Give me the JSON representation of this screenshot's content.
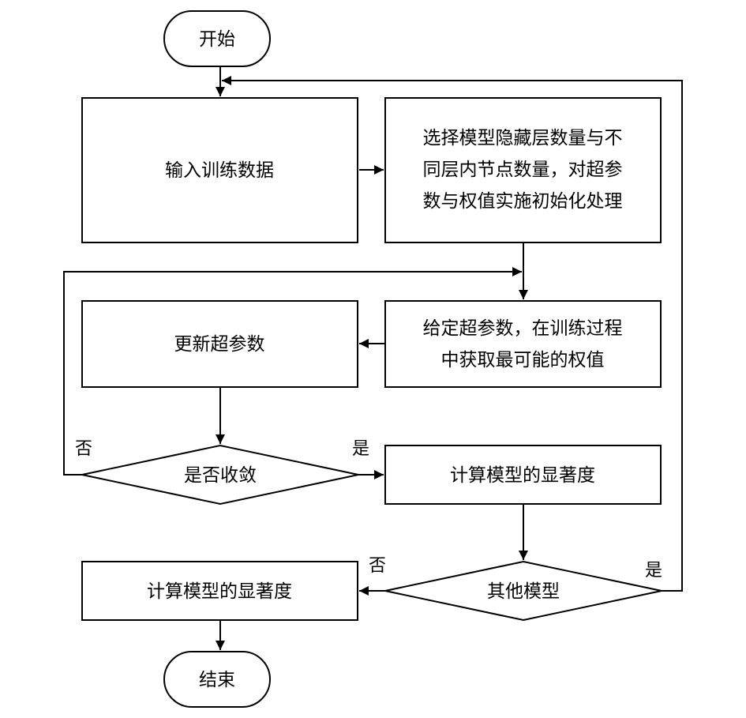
{
  "nodes": {
    "start": "开始",
    "input": "输入训练数据",
    "select": [
      "选择模型隐藏层数量与不",
      "同层内节点数量，对超参",
      "数与权值实施初始化处理"
    ],
    "given": [
      "给定超参数，在训练过程",
      "中获取最可能的权值"
    ],
    "update": "更新超参数",
    "converge": "是否收敛",
    "compute1": "计算模型的显著度",
    "other": "其他模型",
    "compute2": "计算模型的显著度",
    "end": "结束"
  },
  "edge_labels": {
    "converge_no": "否",
    "converge_yes": "是",
    "other_no": "否",
    "other_yes": "是"
  }
}
